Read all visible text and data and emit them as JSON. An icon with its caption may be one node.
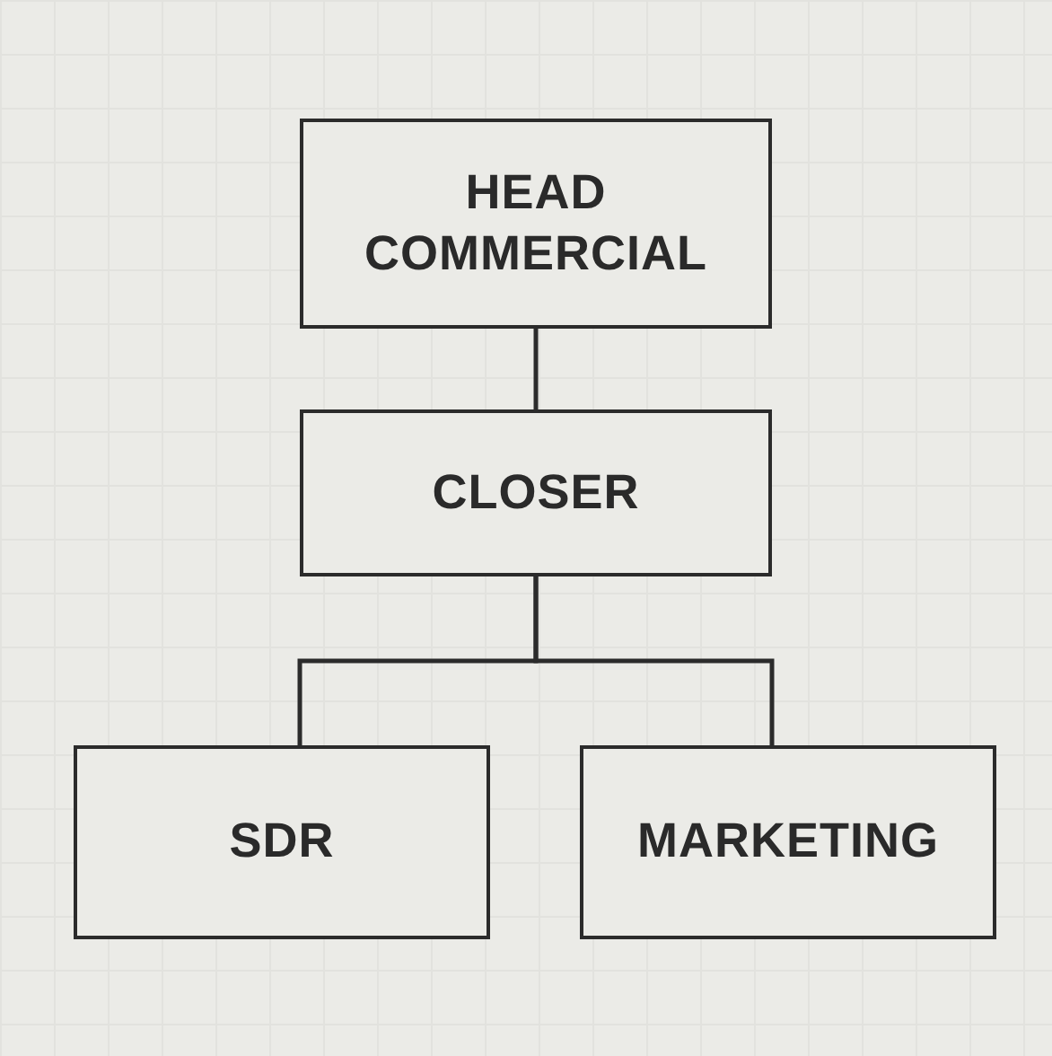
{
  "diagram": {
    "nodes": [
      {
        "text": [
          "HEAD COMMERCIAL"
        ]
      },
      {
        "text": [
          "CLOSER"
        ]
      },
      {
        "text": [
          "SDR"
        ]
      },
      {
        "text": [
          "MARKETING"
        ]
      }
    ],
    "edges": [
      {
        "from": 0,
        "to": 1,
        "arrow": "none"
      },
      {
        "from": 1,
        "to": 2,
        "arrow": "none"
      },
      {
        "from": 1,
        "to": 3,
        "arrow": "none"
      }
    ]
  }
}
